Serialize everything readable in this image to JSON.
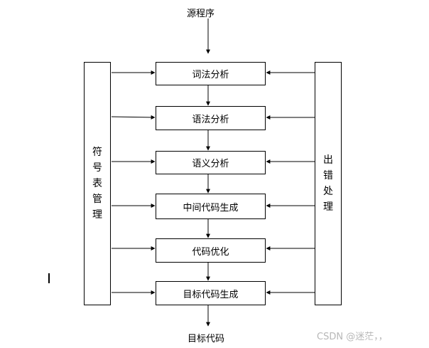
{
  "input_label": "源程序",
  "output_label": "目标代码",
  "phases": [
    {
      "id": "lexical",
      "label": "词法分析"
    },
    {
      "id": "syntax",
      "label": "语法分析"
    },
    {
      "id": "semantic",
      "label": "语义分析"
    },
    {
      "id": "ir",
      "label": "中间代码生成"
    },
    {
      "id": "optimize",
      "label": "代码优化"
    },
    {
      "id": "codegen",
      "label": "目标代码生成"
    }
  ],
  "symbol_table": {
    "label": "符号表管理"
  },
  "error_handler": {
    "label": "出错处理"
  },
  "watermark": "CSDN @迷茫，，"
}
